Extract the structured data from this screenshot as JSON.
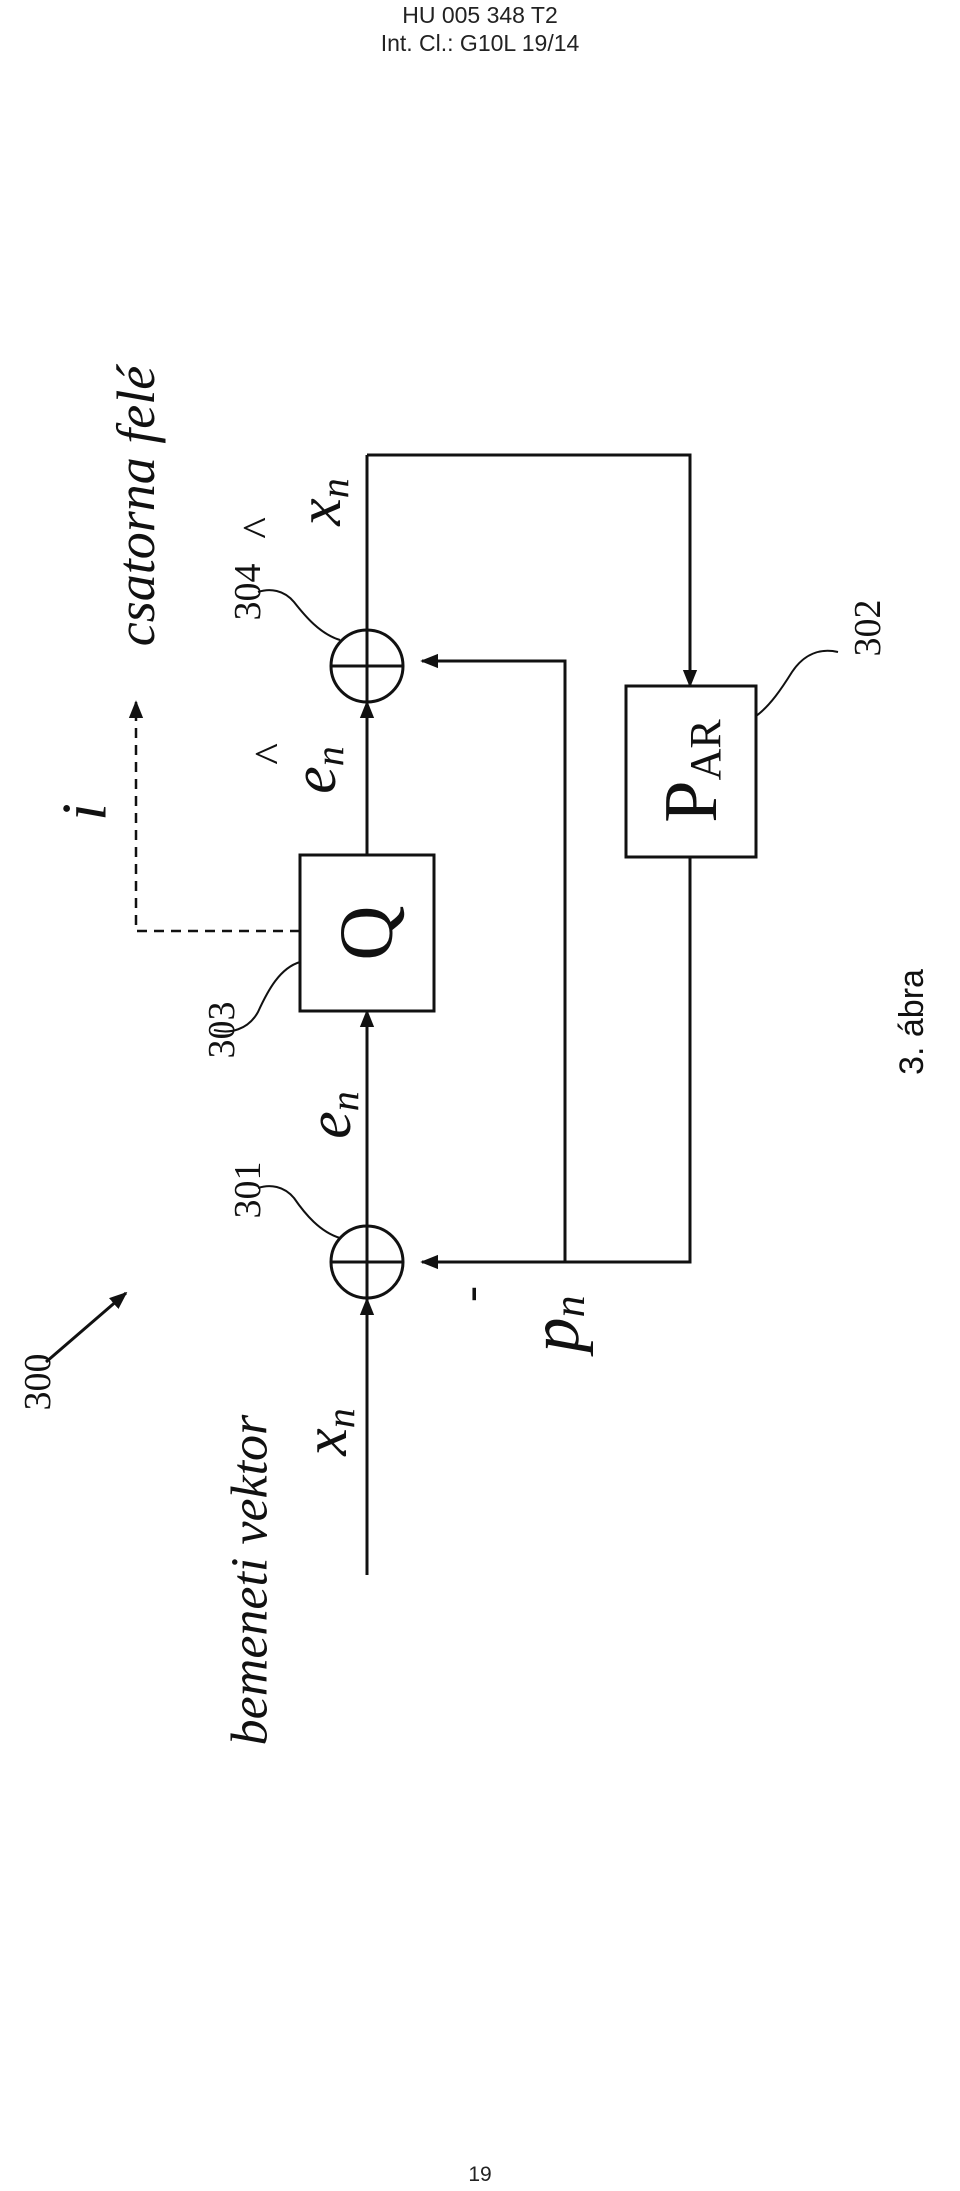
{
  "header": {
    "line1": "HU 005 348 T2",
    "line2": "Int. Cl.: G10L 19/14"
  },
  "page_number": "19",
  "figure": {
    "caption": "3. ábra",
    "system_ref": "300",
    "input_label": "bemeneti vektor",
    "input_symbol_base": "x",
    "input_symbol_sub": "n",
    "minus_sign": "-",
    "prediction_base": "p",
    "prediction_sub": "n",
    "error_base": "e",
    "error_sub": "n",
    "quantized_error_base": "e",
    "quantized_error_sub": "n",
    "hat_symbol": "^",
    "reconstructed_base": "x",
    "reconstructed_sub": "n",
    "index_symbol": "i",
    "channel_label": "csatorna felé",
    "quantizer_label": "Q",
    "predictor_base": "P",
    "predictor_sub": "AR",
    "ref_subtractor": "301",
    "ref_predictor": "302",
    "ref_quantizer": "303",
    "ref_adder": "304"
  },
  "colors": {
    "ink": "#111111",
    "background": "#ffffff"
  }
}
